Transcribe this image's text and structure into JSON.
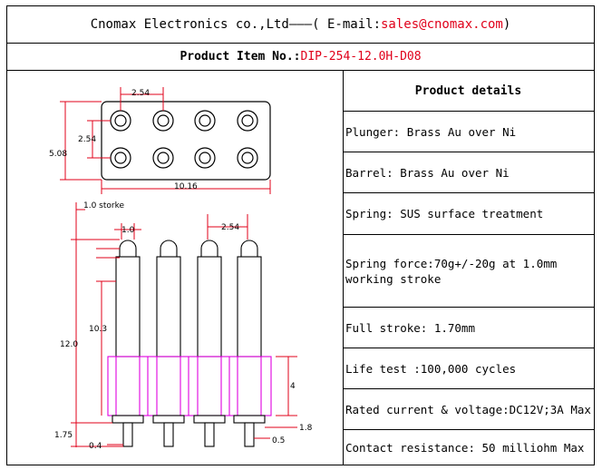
{
  "header": {
    "company": "Cnomax Electronics co.,Ltd———( E-mail: ",
    "email": "sales@cnomax.com",
    "close": ")"
  },
  "item": {
    "label": "Product Item No.: ",
    "number": "DIP-254-12.0H-D08"
  },
  "drawing": {
    "pitch_top": "2.54",
    "pitch_side": "2.54",
    "height_top": "5.08",
    "width_bottom": "10.16",
    "stroke_label": "1.0 storke",
    "tip_width": "1.0",
    "pitch_side_view": "2.54",
    "body_height": "10.3",
    "total_height": "12.0",
    "insulator_height": "4",
    "tail_length": "1.75",
    "tail_diameter": "0.4",
    "tail_spacing": "1.8",
    "pin_diameter": "0.5"
  },
  "details": {
    "title": "Product details",
    "rows": [
      "Plunger: Brass Au over Ni",
      "Barrel: Brass Au over Ni",
      "Spring: SUS surface treatment",
      "Spring force:70g+/-20g at 1.0mm working stroke",
      "Full stroke: 1.70mm",
      "Life test :100,000 cycles",
      "Rated current & voltage:DC12V;3A Max",
      "Contact resistance: 50 milliohm Max"
    ]
  },
  "colors": {
    "dimension": "#e0001a",
    "insulator": "#e000e0",
    "line": "#000000"
  }
}
